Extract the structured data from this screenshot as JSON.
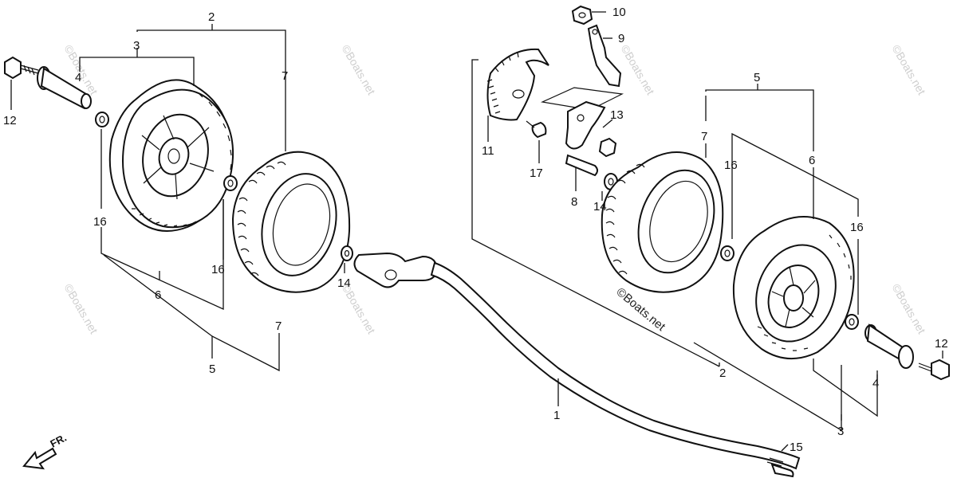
{
  "callouts": {
    "l2": "2",
    "l3": "3",
    "l4": "4",
    "l7a": "7",
    "l12": "12",
    "l16a": "16",
    "l16b": "16",
    "l6": "6",
    "l5": "5",
    "l7b": "7",
    "l14a": "14",
    "l10": "10",
    "l9": "9",
    "l11": "11",
    "l13": "13",
    "l17": "17",
    "l8": "8",
    "l14b": "14",
    "r5": "5",
    "r7": "7",
    "r16a": "16",
    "r6": "6",
    "r16b": "16",
    "r2": "2",
    "r12": "12",
    "r4": "4",
    "r3": "3",
    "r1": "1",
    "r15": "15"
  },
  "direction_label": "FR.",
  "watermark": "©Boats.net",
  "watermark_center": "©Boats.net"
}
